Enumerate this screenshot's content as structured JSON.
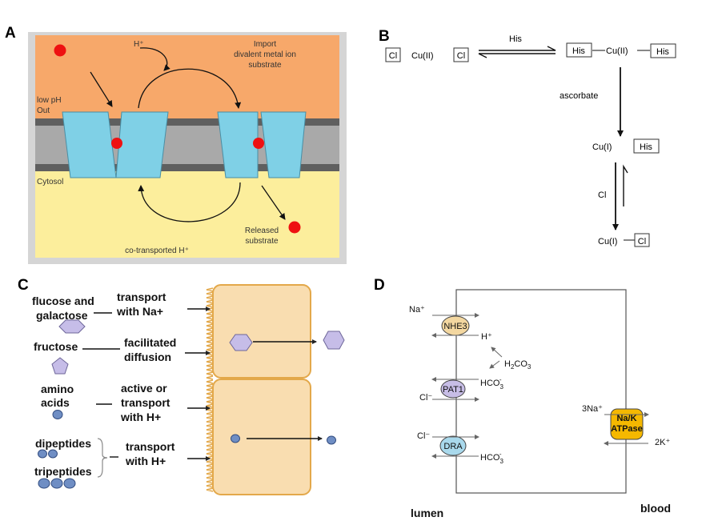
{
  "panels": {
    "a": {
      "letter": "A",
      "h_plus_top": "H⁺",
      "import_label": [
        "Import",
        "divalent metal ion",
        "substrate"
      ],
      "low_ph": "low pH",
      "out": "Out",
      "cytosol": "Cytosol",
      "released": [
        "Released",
        "substrate"
      ],
      "cotransported": "co-transported H⁺"
    },
    "b": {
      "letter": "B",
      "cl": "Cl",
      "cu2": "Cu(II)",
      "his": "His",
      "cu2_dash": "Cu(II)",
      "ascorbate": "ascorbate",
      "cu1": "Cu(I)",
      "cu1_dash": "Cu(I)"
    },
    "c": {
      "letter": "C",
      "left_labels": [
        "flucose and",
        "galactose",
        "fructose",
        "amino",
        "acids",
        "dipeptides",
        "tripeptides"
      ],
      "mech_labels": [
        "transport",
        "with Na+",
        "facilitated",
        "diffusion",
        "active or",
        "transport",
        "with H+",
        "transport",
        "with H+"
      ]
    },
    "d": {
      "letter": "D",
      "na_plus": "Na⁺",
      "nhe3": "NHE3",
      "h_plus": "H⁺",
      "h2": "H",
      "h2_sub": "2",
      "co": "CO",
      "co_sub": "3",
      "hco": "HCO",
      "hco_sub": "3",
      "hco_sup": "-",
      "pat1": "PAT1",
      "cl_minus": "Cl⁻",
      "dra": "DRA",
      "three_na": "3Na⁺",
      "nak": [
        "Na/K",
        "ATPase"
      ],
      "two_k": "2K⁺",
      "lumen": "lumen",
      "blood": "blood"
    }
  },
  "colors": {
    "orange": "#f7a86a",
    "yellow": "#fcee9c",
    "membrane": "#a9a9a9",
    "membrane_dark": "#5f5f5f",
    "channel": "#7fd0e6",
    "red": "#ee1111",
    "cell": "#f9ddb0",
    "cell_border": "#e3a84a",
    "lavender": "#c6bde8",
    "blue_dot": "#6f8ec4",
    "nhe3_fill": "#f3d7a0",
    "pat1_fill": "#c7bde6",
    "dra_fill": "#a9d9ec",
    "atpase_fill": "#f5b800"
  }
}
